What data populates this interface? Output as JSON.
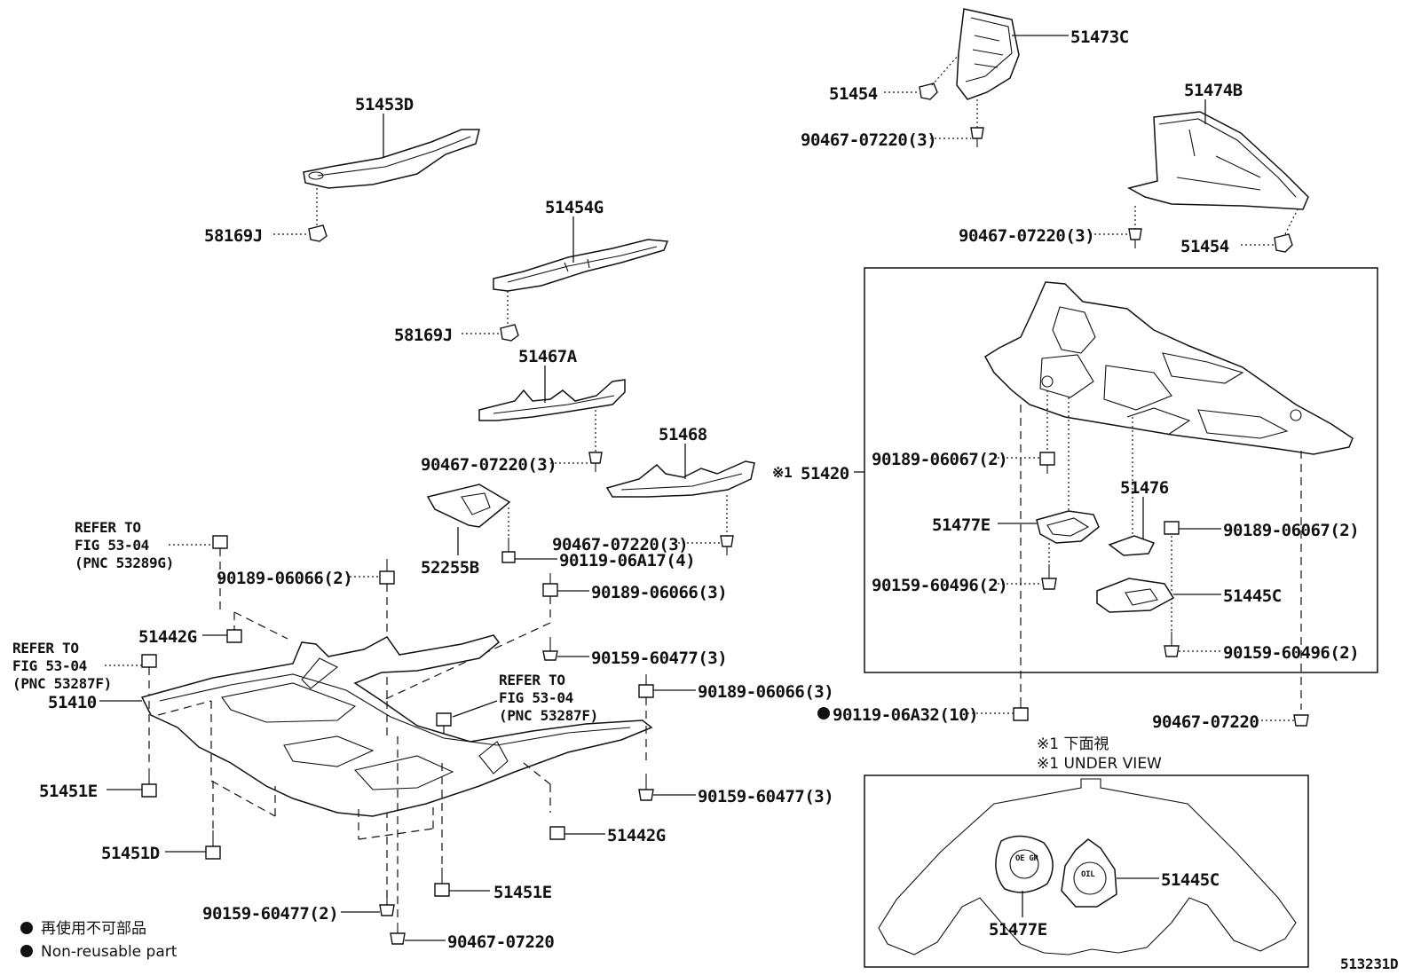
{
  "labels": {
    "p51473C": "51473C",
    "p51454a": "51454",
    "p9046707220_3a": "90467-07220(3)",
    "p51474B": "51474B",
    "p9046707220_3b": "90467-07220(3)",
    "p51454b": "51454",
    "p51453D": "51453D",
    "p58169Ja": "58169J",
    "p51454G": "51454G",
    "p58169Jb": "58169J",
    "p51467A": "51467A",
    "p9046707220_3c": "90467-07220(3)",
    "p51468": "51468",
    "p51420": "51420",
    "p51420_prefix": "※1",
    "p9046707220_3d": "90467-07220(3)",
    "p52255B": "52255B",
    "p9011906A17": "90119-06A17(4)",
    "p9018906066_3a": "90189-06066(3)",
    "p9018906066_2": "90189-06066(2)",
    "p51442Ga": "51442G",
    "p9015960477_3a": "90159-60477(3)",
    "p51410": "51410",
    "p9018906066_3b": "90189-06066(3)",
    "p51451Ea": "51451E",
    "p9015960477_3b": "90159-60477(3)",
    "p51442Gb": "51442G",
    "p51451D": "51451D",
    "p51451Eb": "51451E",
    "p9015960477_2": "90159-60477(2)",
    "p9046707220a": "90467-07220",
    "p9018906067_2a": "90189-06067(2)",
    "p51476": "51476",
    "p51477Ea": "51477E",
    "p9018906067_2b": "90189-06067(2)",
    "p9015960496_2a": "90159-60496(2)",
    "p51445Ca": "51445C",
    "p9015960496_2b": "90159-60496(2)",
    "p9011906A32": "90119-06A32(10)",
    "p9046707220b": "90467-07220",
    "p51445Cb": "51445C",
    "p51477Eb": "51477E",
    "fig_code": "513231D"
  },
  "refers": {
    "r1": [
      "REFER TO",
      "FIG 53-04",
      "(PNC 53289G)"
    ],
    "r2": [
      "REFER TO",
      "FIG 53-04",
      "(PNC 53287F)"
    ],
    "r3": [
      "REFER TO",
      "FIG 53-04",
      "(PNC 53287F)"
    ]
  },
  "under_view": {
    "line_jp": "※1 下面視",
    "line_en": "※1 UNDER VIEW"
  },
  "part_marks": {
    "m1": "OE GR",
    "m2": "OIL"
  },
  "legend": {
    "non_reusable_jp": "再使用不可部品",
    "non_reusable_en": "Non-reusable part"
  }
}
